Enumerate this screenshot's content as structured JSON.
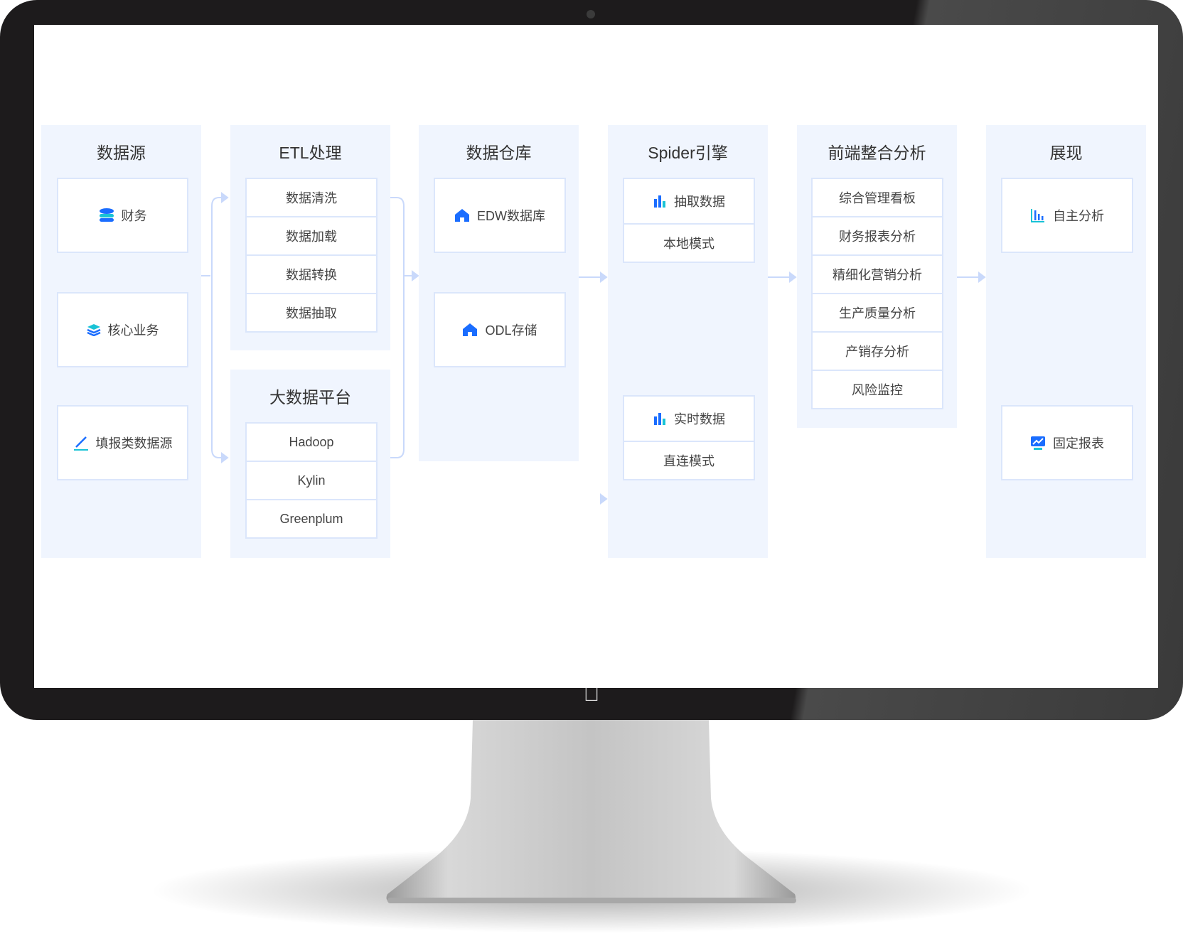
{
  "columns": [
    {
      "title": "数据源",
      "cards": [
        {
          "label": "财务",
          "icon": "database-icon"
        },
        {
          "label": "核心业务",
          "icon": "layers-icon"
        },
        {
          "label": "填报类数据源",
          "icon": "pen-icon"
        }
      ]
    },
    {
      "title": "ETL处理",
      "items": [
        "数据清洗",
        "数据加载",
        "数据转换",
        "数据抽取"
      ]
    },
    {
      "title": "大数据平台",
      "items": [
        "Hadoop",
        "Kylin",
        "Greenplum"
      ]
    },
    {
      "title": "数据仓库",
      "cards": [
        {
          "label": "EDW数据库",
          "icon": "house-icon"
        },
        {
          "label": "ODL存储",
          "icon": "house-icon"
        }
      ]
    },
    {
      "title": "Spider引擎",
      "groups": [
        {
          "head": "抽取数据",
          "icon": "bar-chart-icon",
          "mode": "本地模式"
        },
        {
          "head": "实时数据",
          "icon": "bar-chart-icon",
          "mode": "直连模式"
        }
      ]
    },
    {
      "title": "前端整合分析",
      "items": [
        "综合管理看板",
        "财务报表分析",
        "精细化营销分析",
        "生产质量分析",
        "产销存分析",
        "风险监控"
      ]
    },
    {
      "title": "展现",
      "cards": [
        {
          "label": "自主分析",
          "icon": "bar-chart-outline-icon"
        },
        {
          "label": "固定报表",
          "icon": "trend-monitor-icon"
        }
      ]
    }
  ],
  "colors": {
    "accent": "#1a6dff",
    "teal": "#19c3d6",
    "panel": "#f0f5fe",
    "border": "#dbe6fb",
    "connector": "#c9d9fb"
  }
}
